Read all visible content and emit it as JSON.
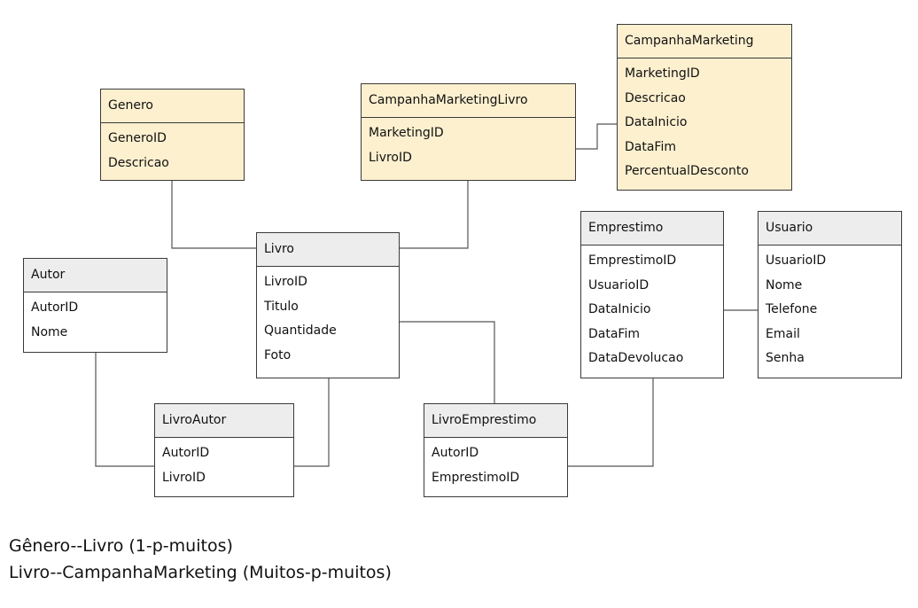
{
  "entities": {
    "genero": {
      "name": "Genero",
      "fields": [
        "GeneroID",
        "Descricao"
      ]
    },
    "campanha_marketing_livro": {
      "name": "CampanhaMarketingLivro",
      "fields": [
        "MarketingID",
        "LivroID"
      ]
    },
    "campanha_marketing": {
      "name": "CampanhaMarketing",
      "fields": [
        "MarketingID",
        "Descricao",
        "DataInicio",
        "DataFim",
        "PercentualDesconto"
      ]
    },
    "livro": {
      "name": "Livro",
      "fields": [
        "LivroID",
        "Titulo",
        "Quantidade",
        "Foto"
      ]
    },
    "autor": {
      "name": "Autor",
      "fields": [
        "AutorID",
        "Nome"
      ]
    },
    "emprestimo": {
      "name": "Emprestimo",
      "fields": [
        "EmprestimoID",
        "UsuarioID",
        "DataInicio",
        "DataFim",
        "DataDevolucao"
      ]
    },
    "usuario": {
      "name": "Usuario",
      "fields": [
        "UsuarioID",
        "Nome",
        "Telefone",
        "Email",
        "Senha"
      ]
    },
    "livro_autor": {
      "name": "LivroAutor",
      "fields": [
        "AutorID",
        "LivroID"
      ]
    },
    "livro_emprestimo": {
      "name": "LivroEmprestimo",
      "fields": [
        "AutorID",
        "EmprestimoID"
      ]
    }
  },
  "colors": {
    "highlight": "#fdf0cf",
    "header": "#ededed",
    "border": "#3a3a3a",
    "line": "#555555"
  },
  "notes": [
    "Gênero--Livro (1-p-muitos)",
    "Livro--CampanhaMarketing (Muitos-p-muitos)"
  ]
}
